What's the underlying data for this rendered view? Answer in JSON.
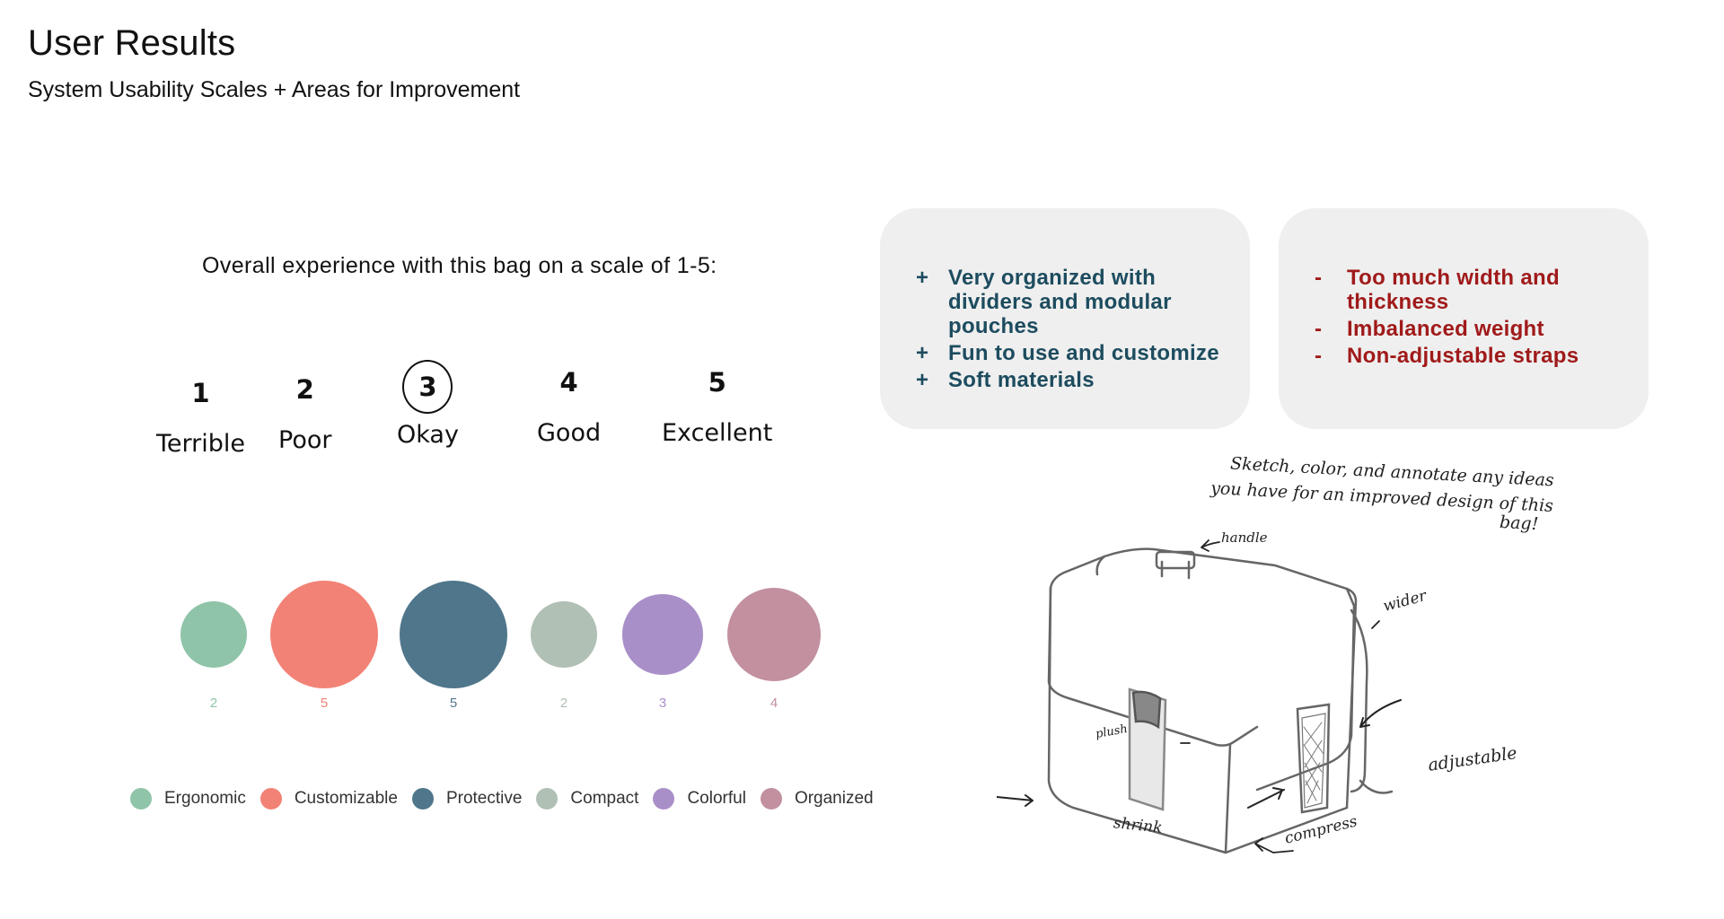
{
  "header": {
    "title": "User Results",
    "subtitle": "System Usability Scales + Areas for Improvement"
  },
  "survey": {
    "question": "Overall experience with this bag on a scale of 1-5:",
    "scale": [
      {
        "number": "1",
        "label": "Terrible"
      },
      {
        "number": "2",
        "label": "Poor"
      },
      {
        "number": "3",
        "label": "Okay",
        "selected": true
      },
      {
        "number": "4",
        "label": "Good"
      },
      {
        "number": "5",
        "label": "Excellent"
      }
    ]
  },
  "chart_data": {
    "type": "scatter",
    "categories": [
      "Ergonomic",
      "Customizable",
      "Protective",
      "Compact",
      "Colorful",
      "Organized"
    ],
    "values": [
      2,
      5,
      5,
      2,
      3,
      4
    ],
    "colors": [
      "#8fc4a9",
      "#f28276",
      "#4f768b",
      "#b0c0b4",
      "#a98fc8",
      "#c2909f"
    ],
    "legend_placement": "bottom"
  },
  "feedback": {
    "pros": [
      {
        "symbol": "+",
        "text": "Very organized with dividers and modular pouches"
      },
      {
        "symbol": "+",
        "text": "Fun to use and customize"
      },
      {
        "symbol": "+",
        "text": "Soft materials"
      }
    ],
    "cons": [
      {
        "symbol": "-",
        "text": "Too much width and thickness"
      },
      {
        "symbol": "-",
        "text": "Imbalanced weight"
      },
      {
        "symbol": "-",
        "text": "Non-adjustable straps"
      }
    ]
  },
  "sketch": {
    "prompt_line1": "Sketch, color, and annotate any ideas",
    "prompt_line2": "you have for an improved design of this",
    "prompt_line3": "bag!",
    "annotations": {
      "handle": "handle",
      "wider": "wider",
      "plush": "plush",
      "adjustable": "adjustable",
      "shrink": "shrink",
      "compress": "compress"
    }
  }
}
